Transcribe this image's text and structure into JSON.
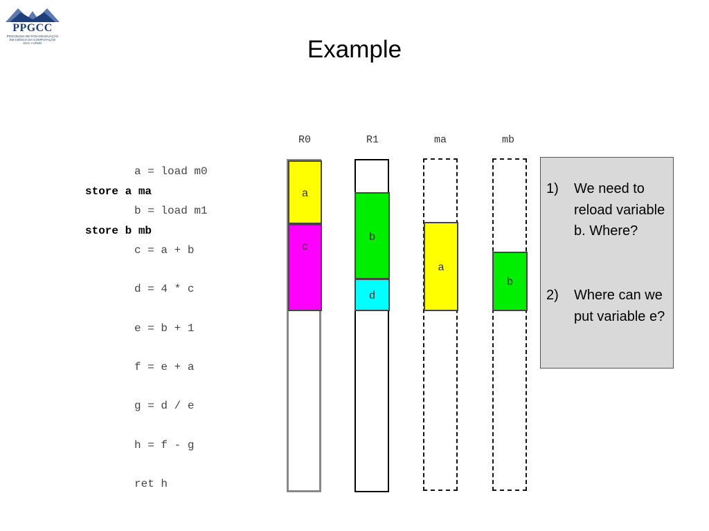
{
  "logo": {
    "name": "PPGCC",
    "line1": "PROGRAMA DE PÓS-GRADUAÇÃO",
    "line2": "EM CIÊNCIA DA COMPUTAÇÃO",
    "line3": "DCC • UFMG"
  },
  "title": "Example",
  "code": [
    "a = load m0",
    "store a ma",
    "b = load m1",
    "store b mb",
    "c = a + b",
    "d = 4 * c",
    "e = b + 1",
    "f = e + a",
    "g = d / e",
    "h = f - g",
    "ret h"
  ],
  "columns": [
    "R0",
    "R1",
    "ma",
    "mb"
  ],
  "blocks": {
    "r0_a": "a",
    "r0_c": "c",
    "r1_b": "b",
    "r1_d": "d",
    "ma_a": "a",
    "mb_b": "b"
  },
  "colors": {
    "yellow": "#ffff00",
    "magenta": "#ff00ff",
    "green": "#00ee00",
    "cyan": "#00ffff",
    "note_bg": "#d9d9d9"
  },
  "notes": [
    {
      "num": "1)",
      "text": "We need to reload variable b. Where?"
    },
    {
      "num": "2)",
      "text": "Where can we put variable e?"
    }
  ]
}
